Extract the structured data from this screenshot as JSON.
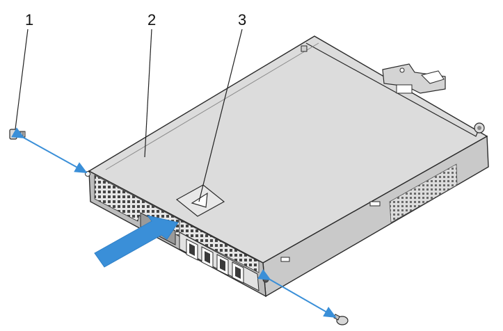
{
  "callouts": [
    {
      "number": "1"
    },
    {
      "number": "2"
    },
    {
      "number": "3"
    }
  ],
  "colors": {
    "arrow_blue": "#3a8fd8",
    "outline": "#2a2a2a",
    "top_face": "#dcdcdc",
    "front_face": "#bdbdbd",
    "right_face": "#c9c9c9",
    "leader": "#222222"
  },
  "icons": {
    "screw": "screw-icon",
    "release_button": "release-button-icon",
    "pull_arrow": "pull-arrow-icon"
  }
}
